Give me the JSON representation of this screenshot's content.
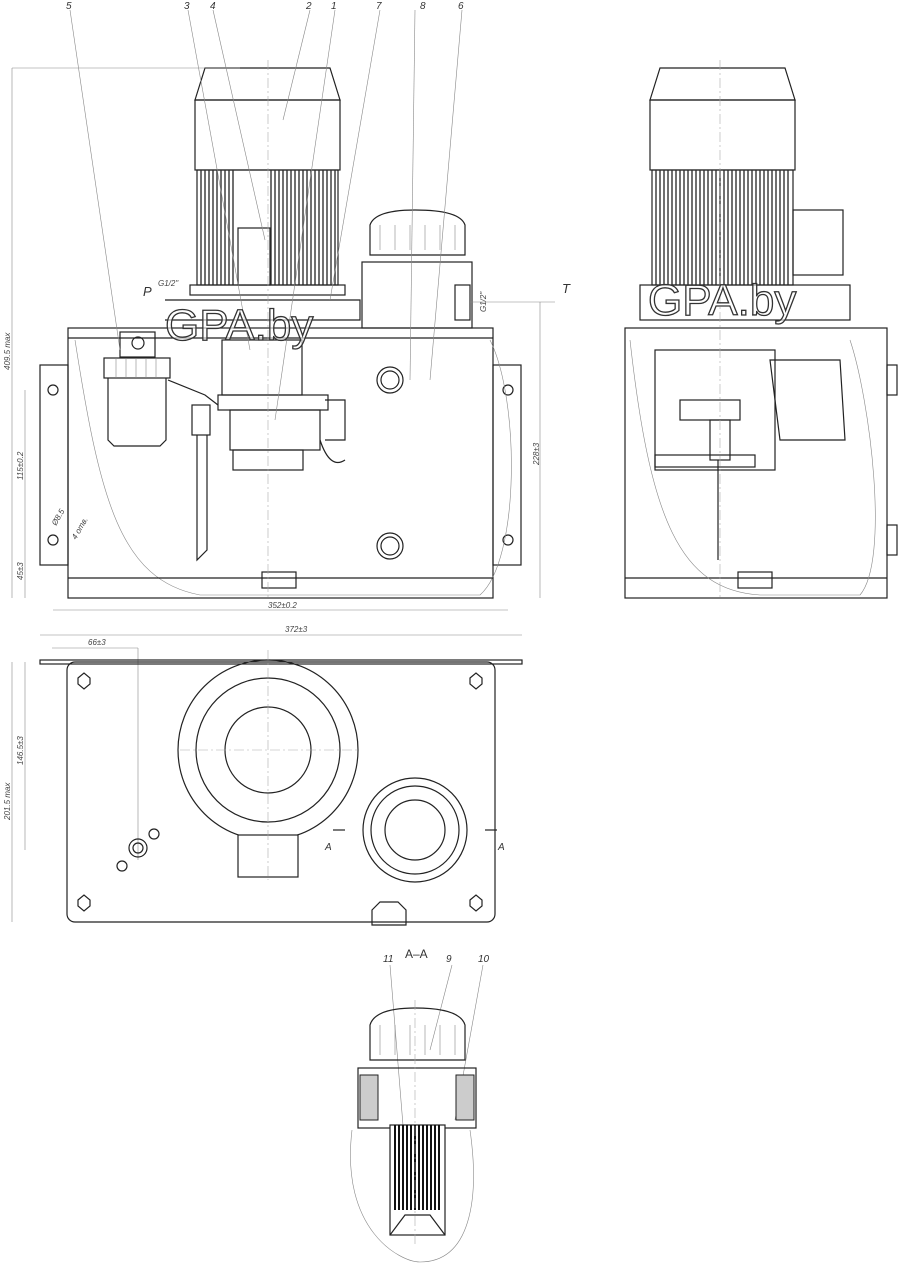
{
  "callouts": [
    "5",
    "3",
    "4",
    "2",
    "1",
    "7",
    "8",
    "6"
  ],
  "section_callouts": [
    "11",
    "9",
    "10"
  ],
  "ports": {
    "pressure": "P",
    "pressure_thread": "G1/2\"",
    "tank": "T",
    "tank_thread": "G1/2\""
  },
  "dimensions": {
    "height_max": "409.5 max",
    "hole_spacing_v": "115±0.2",
    "hole_bottom": "45±3",
    "hole_dia": "Ø8.5",
    "hole_count": "4 отв.",
    "port_height": "228±3",
    "hole_spacing_h": "352±0.2",
    "width_total": "372±3",
    "offset": "66±3",
    "depth_holes": "146.5±3",
    "depth_max": "201.5 max"
  },
  "section": {
    "mark": "A",
    "title": "A–A"
  },
  "watermark": "GPA.by"
}
